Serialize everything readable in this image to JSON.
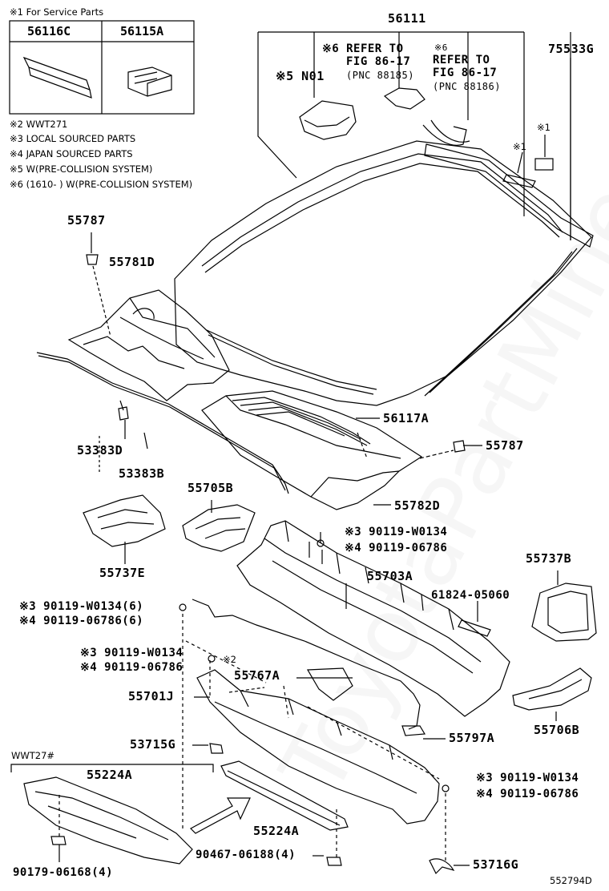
{
  "service_box": {
    "title": "※1 For Service Parts",
    "left_part": "56116C",
    "right_part": "56115A"
  },
  "notes": [
    "※2 WWT271",
    "※3 LOCAL SOURCED PARTS",
    "※4 JAPAN SOURCED PARTS",
    "※5 W(PRE-COLLISION SYSTEM)",
    "※6 (1610-        ) W(PRE-COLLISION SYSTEM)"
  ],
  "labels": {
    "p56111": "56111",
    "p75533g": "75533G",
    "n01": "※5 N01",
    "ref1_line1": "※6 REFER TO",
    "ref1_line2": "FIG 86-17",
    "ref1_line3": "(PNC 88185)",
    "ref2_line1": "※6",
    "ref2_line2": "REFER TO",
    "ref2_line3": "FIG 86-17",
    "ref2_line4": "(PNC 88186)",
    "mark1a": "※1",
    "mark1b": "※1",
    "p55787a": "55787",
    "p55781d": "55781D",
    "p56117a": "56117A",
    "p55787b": "55787",
    "p53383d": "53383D",
    "p53383b": "53383B",
    "p55782d": "55782D",
    "p55705b": "55705B",
    "p55737e": "55737E",
    "b3_a": "※3 90119-W0134",
    "b4_a": "※4 90119-06786",
    "p55703a": "55703A",
    "p55737b": "55737B",
    "p61824": "61824-05060",
    "b3_b": "※3 90119-W0134(6)",
    "b4_b": "※4 90119-06786(6)",
    "b3_c": "※3 90119-W0134",
    "b4_c": "※4 90119-06786",
    "mark2": "※2",
    "p55767a": "55767A",
    "p55701j": "55701J",
    "p55797a": "55797A",
    "p55706b": "55706B",
    "p53715g": "53715G",
    "wwt27": "WWT27#",
    "p55224a_l": "55224A",
    "p55224a_r": "55224A",
    "b3_d": "※3 90119-W0134",
    "b4_d": "※4 90119-06786",
    "p90467": "90467-06188(4)",
    "p90179": "90179-06168(4)",
    "p53716g": "53716G",
    "fig_no": "552794D"
  },
  "watermark": "ToyotaPartMine.ru"
}
